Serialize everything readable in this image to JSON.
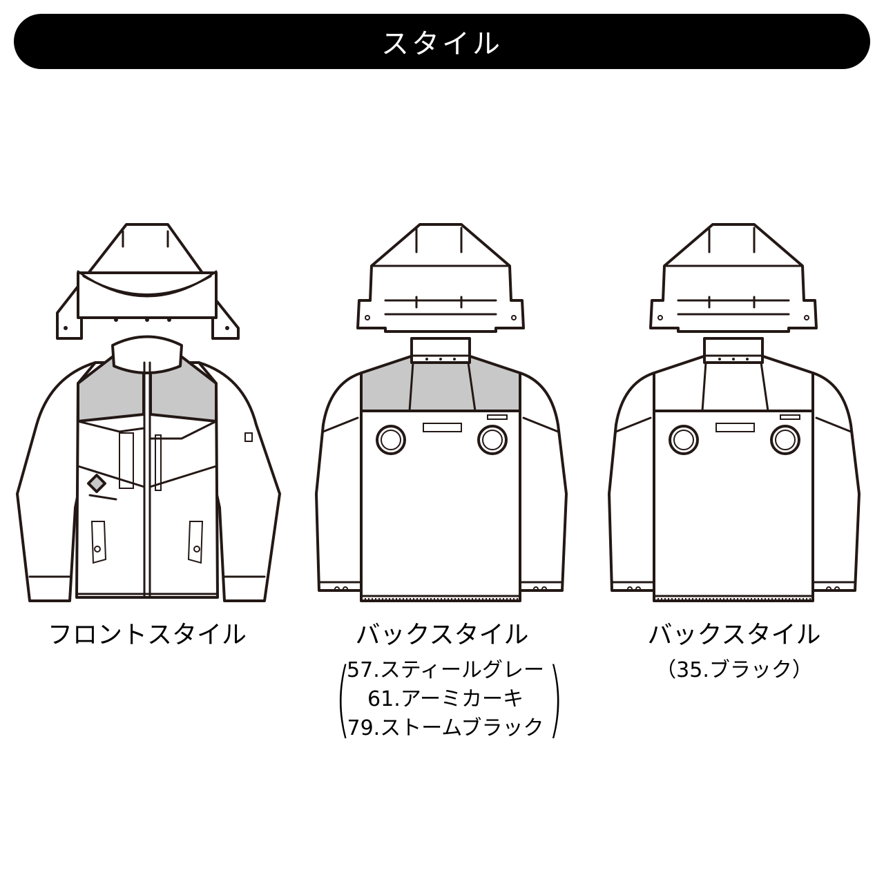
{
  "header": {
    "title": "スタイル"
  },
  "colors": {
    "header_bg": "#000000",
    "header_text": "#ffffff",
    "yoke_gray": "#c8c8c8",
    "line": "#231815"
  },
  "styles": [
    {
      "id": "front",
      "caption": "フロントスタイル"
    },
    {
      "id": "back-color",
      "caption": "バックスタイル",
      "variants": [
        "57.スティールグレー",
        "61.アーミカーキ",
        "79.ストームブラック"
      ]
    },
    {
      "id": "back-black",
      "caption": "バックスタイル",
      "variant": "（35.ブラック）"
    }
  ]
}
